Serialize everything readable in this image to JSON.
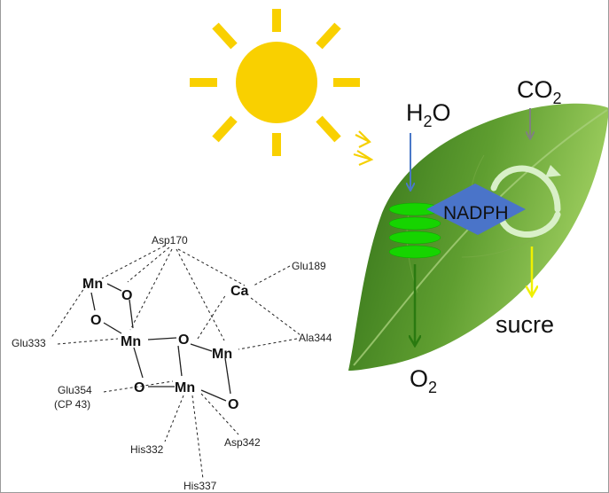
{
  "colors": {
    "sun": "#f9d000",
    "light_arrows": "#f5d000",
    "leaf_dark": "#3a7a1e",
    "leaf_light": "#8bc34a",
    "water_arrow": "#4a78c8",
    "co2_arrow": "#808080",
    "nadph_diamond": "#4a74c9",
    "thylakoid": "#16d400",
    "oxygen_arrow": "#2a7a10",
    "sugar_arrow": "#f0f000",
    "cycle_arrow": "#d9f0c8"
  },
  "leaf_labels": {
    "water": {
      "main": "H",
      "sub": "2",
      "tail": "O"
    },
    "co2": {
      "main": "CO",
      "sub": "2"
    },
    "nadph": "NADPH",
    "oxygen": {
      "main": "O",
      "sub": "2"
    },
    "sugar": "sucre"
  },
  "cluster": {
    "atoms": {
      "mn_top": "Mn",
      "o_top": "O",
      "o_left": "O",
      "mn_mid": "Mn",
      "o_center": "O",
      "mn_right": "Mn",
      "ca": "Ca",
      "o_bottom_left": "O",
      "mn_bottom": "Mn",
      "o_bottom_right": "O"
    },
    "residues": {
      "asp170": "Asp170",
      "glu189": "Glu189",
      "glu333": "Glu333",
      "ala344": "Ala344",
      "glu354": "Glu354",
      "cp43": "(CP 43)",
      "his332": "His332",
      "asp342": "Asp342",
      "his337": "His337"
    }
  }
}
